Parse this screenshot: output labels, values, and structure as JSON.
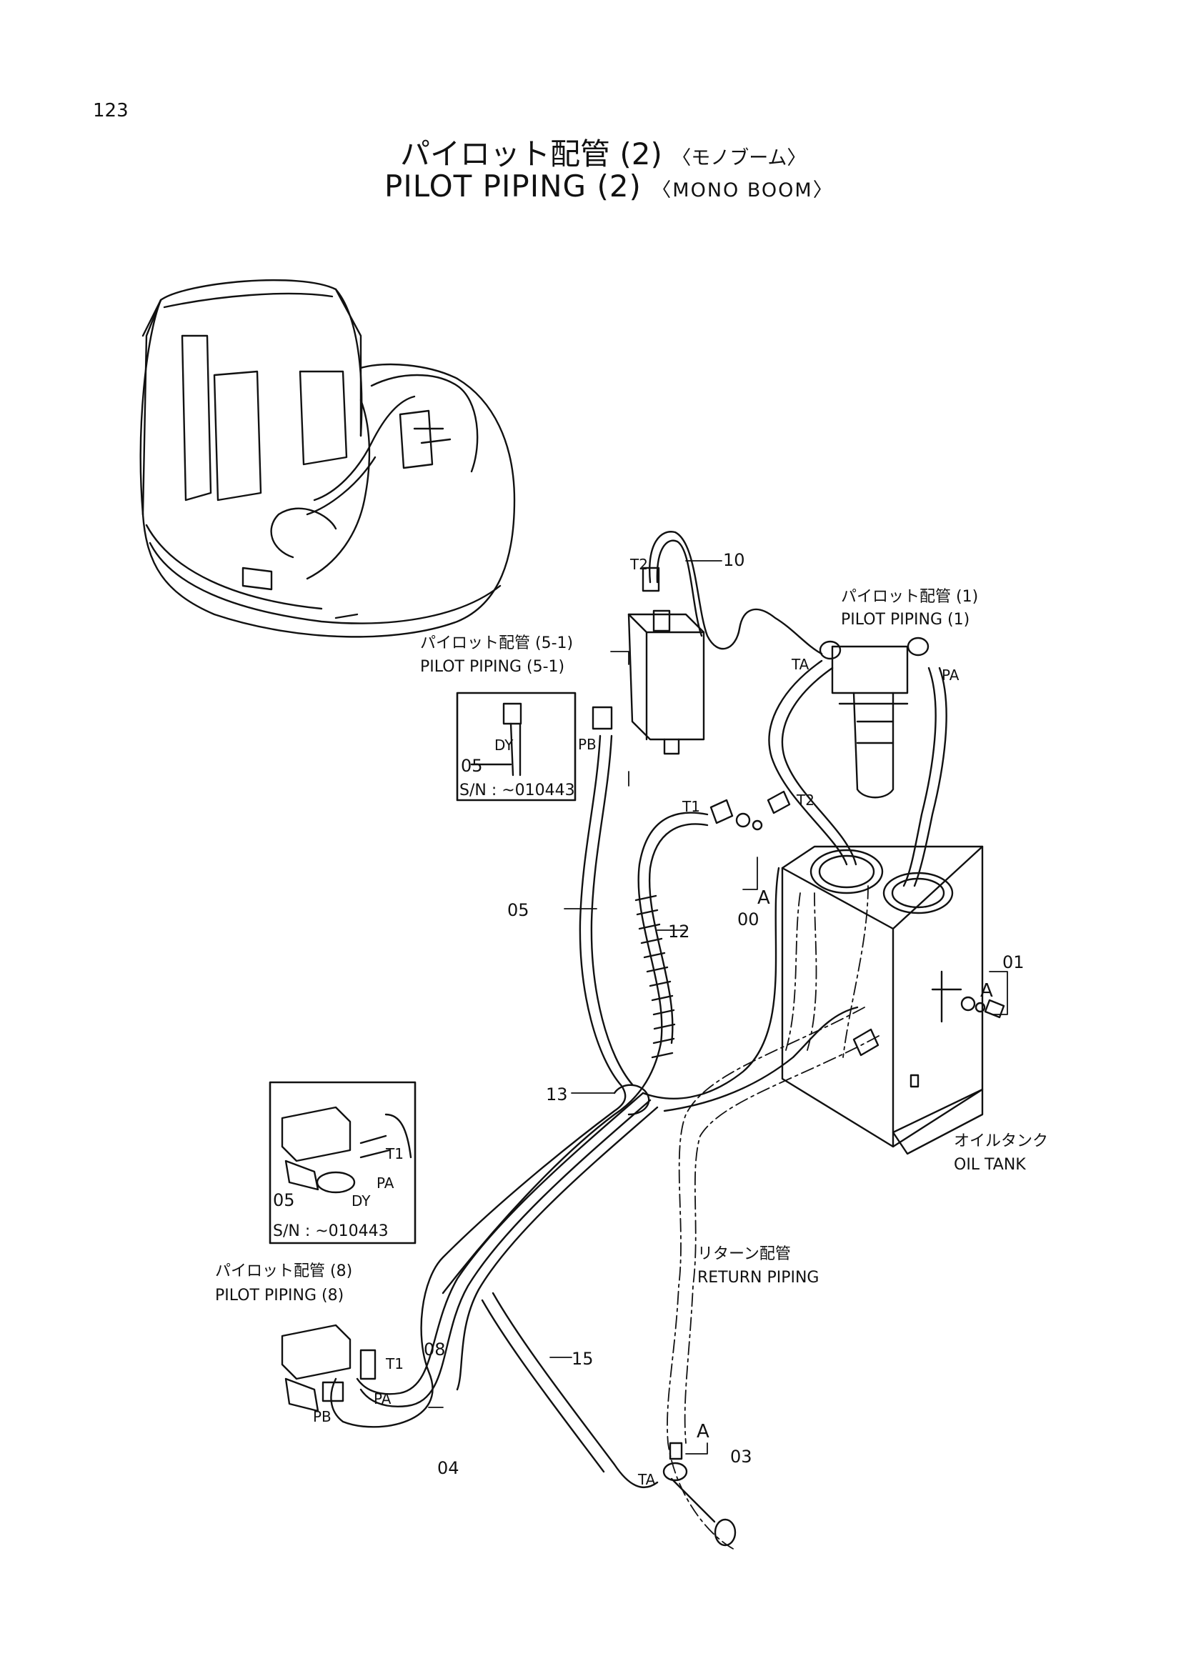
{
  "page_number": "123",
  "title": {
    "jp": "パイロット配管",
    "jp_suffix": "(2)",
    "jp_sub": "〈モノブーム〉",
    "en": "PILOT PIPING",
    "en_suffix": "(2)",
    "en_sub": "〈MONO BOOM〉"
  },
  "references": {
    "pilot_piping_1": {
      "jp": "パイロット配管 (1)",
      "en": "PILOT PIPING (1)"
    },
    "pilot_piping_5_1": {
      "jp": "パイロット配管 (5-1)",
      "en": "PILOT PIPING (5-1)"
    },
    "pilot_piping_8": {
      "jp": "パイロット配管 (8)",
      "en": "PILOT PIPING (8)"
    },
    "oil_tank": {
      "jp": "オイルタンク",
      "en": "OIL TANK"
    },
    "return_piping": {
      "jp": "リターン配管",
      "en": "RETURN PIPING"
    }
  },
  "inset_top": {
    "part": "05",
    "port": "DY",
    "serial": "S/N : ~010443"
  },
  "inset_bottom": {
    "part": "05",
    "ports": [
      "T1",
      "PA",
      "DY"
    ],
    "serial": "S/N : ~010443"
  },
  "part_numbers": [
    "10",
    "05",
    "12",
    "13",
    "00",
    "01",
    "15",
    "08",
    "04",
    "03"
  ],
  "ports": {
    "t2_top": "T2",
    "ta_filter": "TA",
    "pa_filter": "PA",
    "pb_valve": "PB",
    "t2_mid": "T2",
    "t1_mid": "T1",
    "a_mid": "A",
    "a_tank": "A",
    "t1_low": "T1",
    "pa_low": "PA",
    "pb_low": "PB",
    "a_low": "A",
    "ta_low": "TA"
  }
}
